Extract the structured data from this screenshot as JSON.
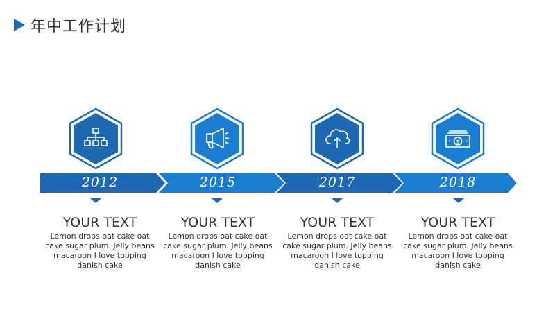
{
  "header": {
    "title": "年中工作计划"
  },
  "colors": {
    "primary": "#1E67B1",
    "secondary": "#1B7DD0",
    "text": "#333333"
  },
  "items": [
    {
      "year": "2012",
      "heading": "YOUR TEXT",
      "text": "Lemon drops oat cake oat cake sugar plum. Jelly beans macaroon I love topping danish cake",
      "icon": "org-chart-icon"
    },
    {
      "year": "2015",
      "heading": "YOUR TEXT",
      "text": "Lemon drops oat cake oat cake sugar plum. Jelly beans macaroon I love topping danish cake",
      "icon": "megaphone-icon"
    },
    {
      "year": "2017",
      "heading": "YOUR TEXT",
      "text": "Lemon drops oat cake oat cake sugar plum. Jelly beans macaroon I love topping danish cake",
      "icon": "cloud-upload-icon"
    },
    {
      "year": "2018",
      "heading": "YOUR TEXT",
      "text": "Lemon drops oat cake oat cake sugar plum. Jelly beans macaroon I love topping danish cake",
      "icon": "money-icon"
    }
  ]
}
